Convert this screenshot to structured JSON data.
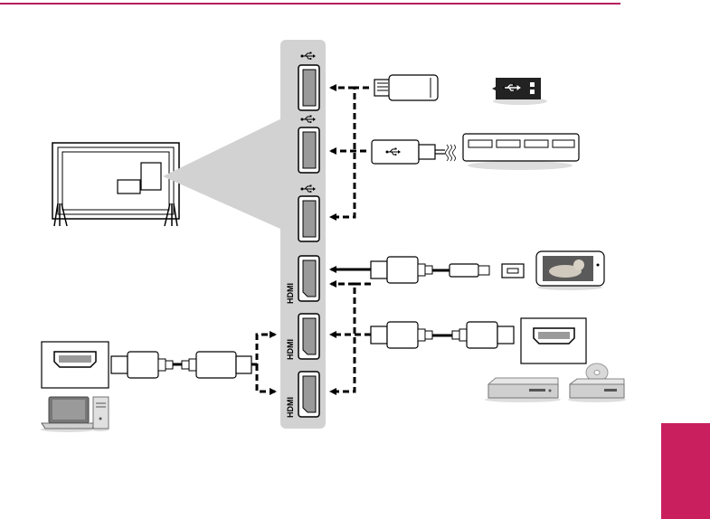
{
  "header": {
    "accent_color": "#b51f5e"
  },
  "side_tab": {
    "color": "#c91f5f",
    "label": ""
  },
  "diagram": {
    "ports": {
      "usb": [
        {
          "icon": "usb-icon"
        },
        {
          "icon": "usb-icon"
        },
        {
          "icon": "usb-icon"
        }
      ],
      "hdmi": [
        {
          "label": "HDMI"
        },
        {
          "label": "HDMI"
        },
        {
          "label": "HDMI"
        }
      ]
    },
    "devices": [
      "usb-flash-drive",
      "usb-storage-icon",
      "usb-cable",
      "usb-hub",
      "smartphone",
      "dvd-player",
      "set-top-box",
      "laptop",
      "desktop-pc",
      "hdmi-source-box"
    ],
    "colors": {
      "panel": "#d2d2d2",
      "line": "#000000",
      "port": "#9a9a9a"
    }
  }
}
